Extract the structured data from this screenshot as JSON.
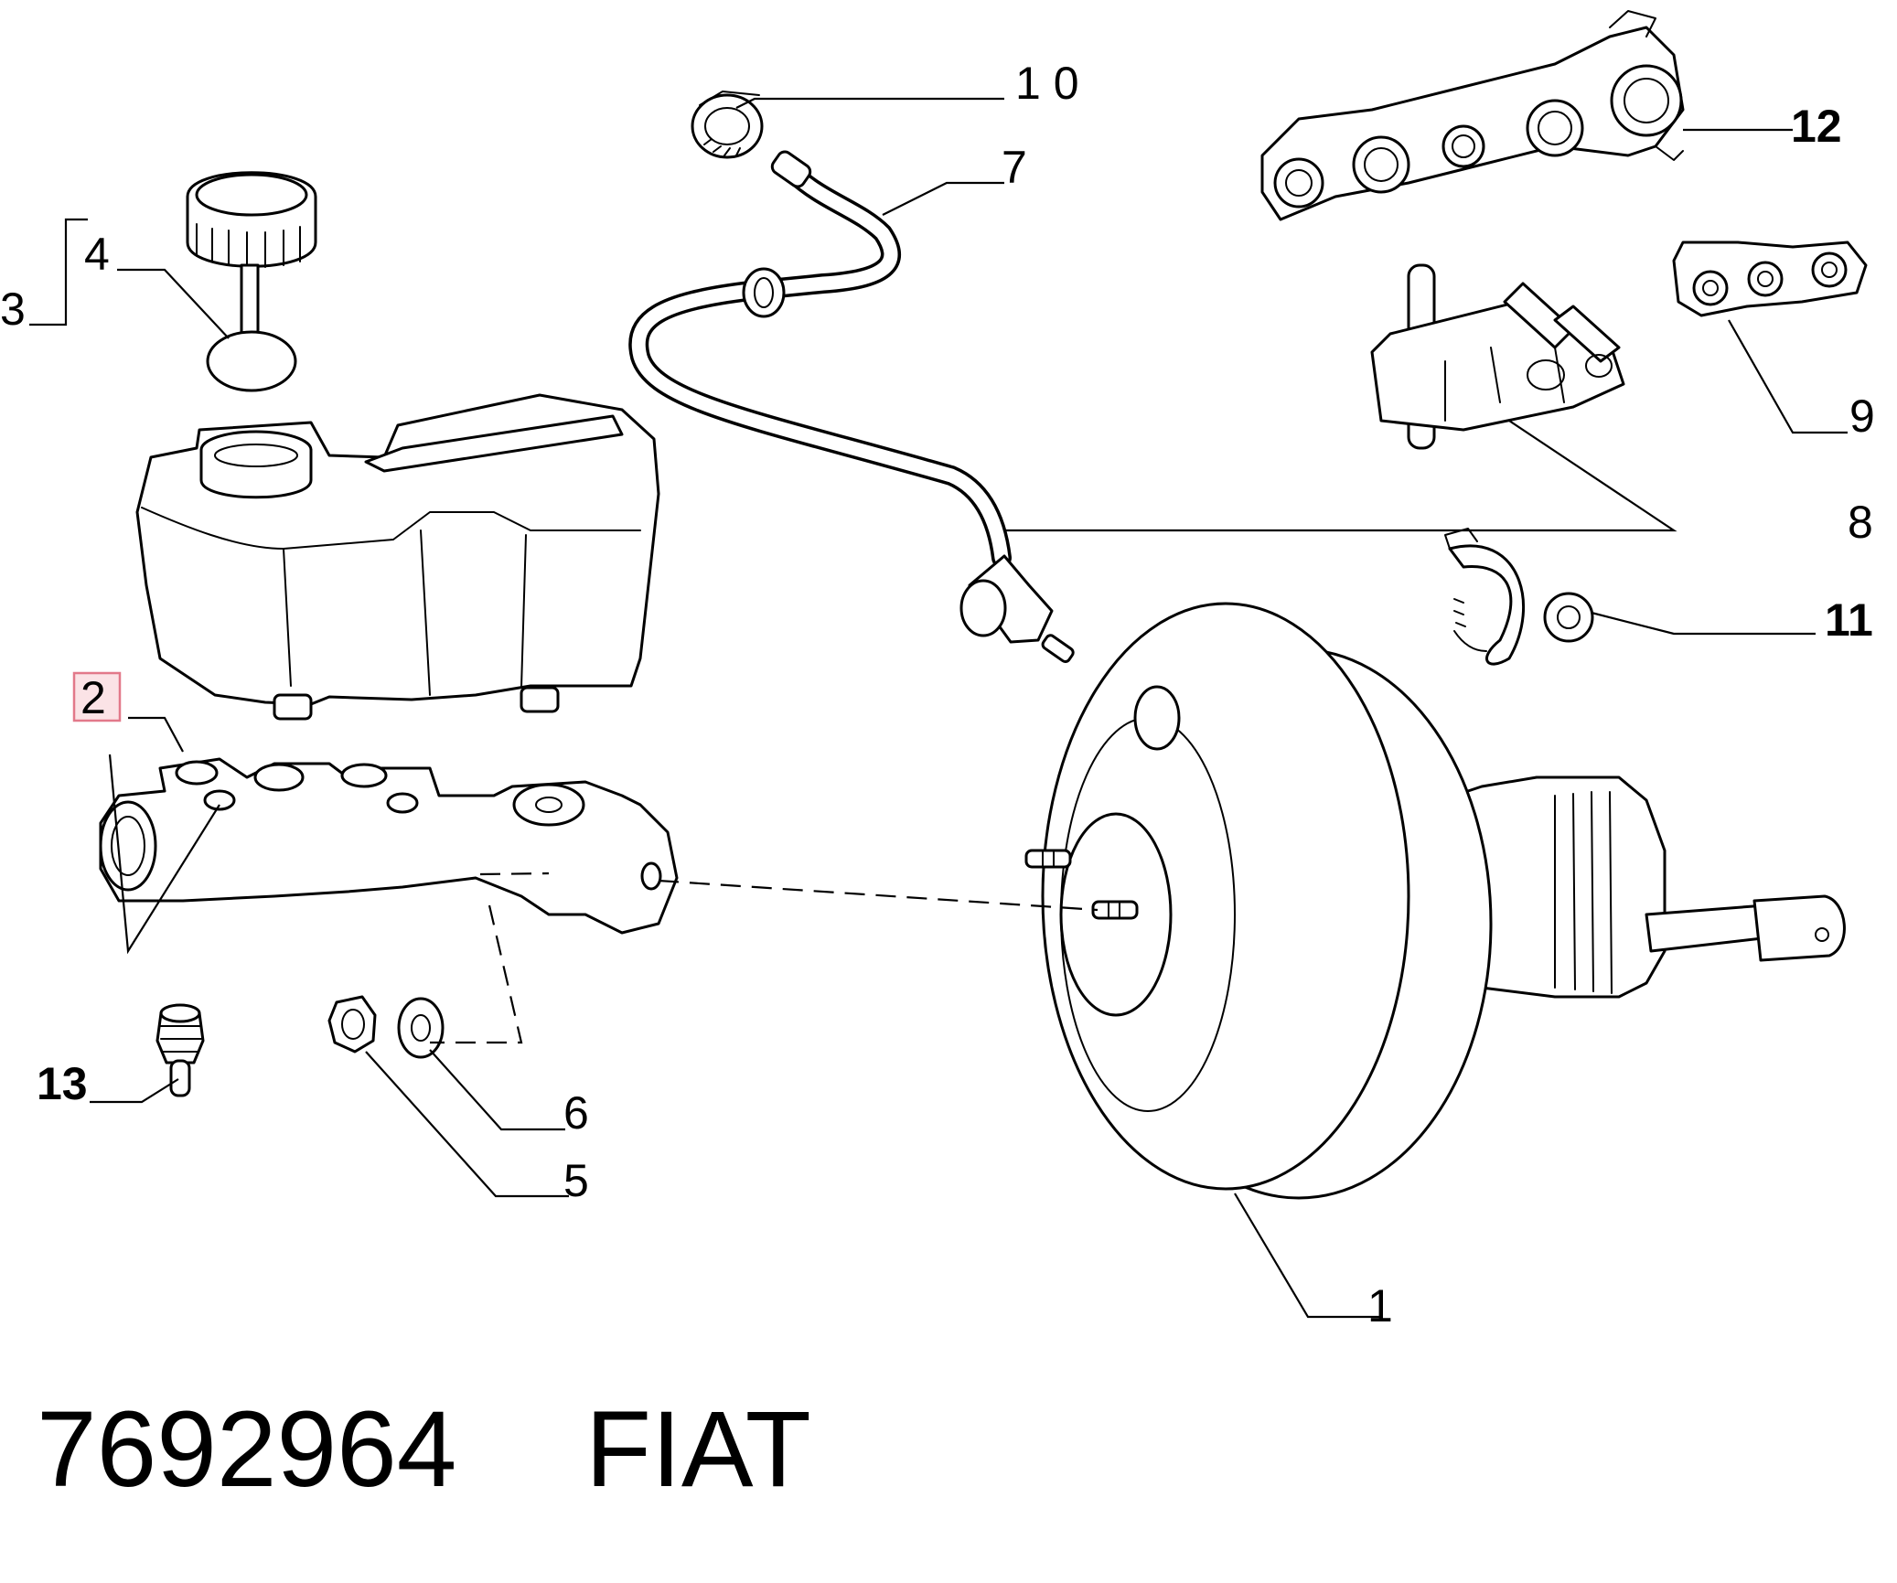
{
  "callouts": {
    "c1": "1",
    "c2": "2",
    "c3": "3",
    "c4": "4",
    "c5": "5",
    "c6": "6",
    "c7": "7",
    "c8": "8",
    "c9": "9",
    "c10": "1 0",
    "c11": "11",
    "c12": "12",
    "c13": "13"
  },
  "highlighted_callout": "2",
  "highlight_color": "#e2798a",
  "footer": {
    "part_number": "7692964",
    "brand": "FIAT"
  }
}
